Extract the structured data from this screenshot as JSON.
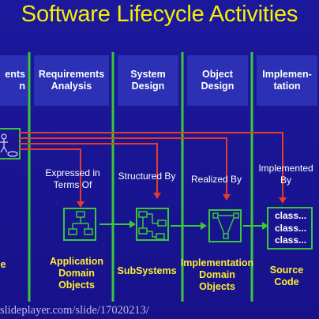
{
  "title": "Software Lifecycle Activities",
  "phases": [
    {
      "label": "Requirements Elicitation",
      "shown": "ents\nn"
    },
    {
      "label": "Requirements\nAnalysis"
    },
    {
      "label": "System\nDesign"
    },
    {
      "label": "Object\nDesign"
    },
    {
      "label": "Implemen-\ntation"
    }
  ],
  "relations": {
    "expressed": "Expressed in\nTerms Of",
    "structured": "Structured By",
    "realized": "Realized By",
    "implemented": "Implemented\nBy"
  },
  "artifacts": {
    "left_partial": "e",
    "application": "Application\nDomain\nObjects",
    "subsystems": "SubSystems",
    "implementation": "Implementation\nDomain\nObjects",
    "source": "Source\nCode",
    "code_lines": [
      "class...",
      "class...",
      "class..."
    ]
  },
  "footer": "slideplayer.com/slide/17020213/",
  "colors": {
    "background": "#1a1696",
    "title": "#f6f000",
    "accent_green": "#3ac83a",
    "arrow_red": "#e83a2a",
    "label_yellow": "#ffee33"
  }
}
